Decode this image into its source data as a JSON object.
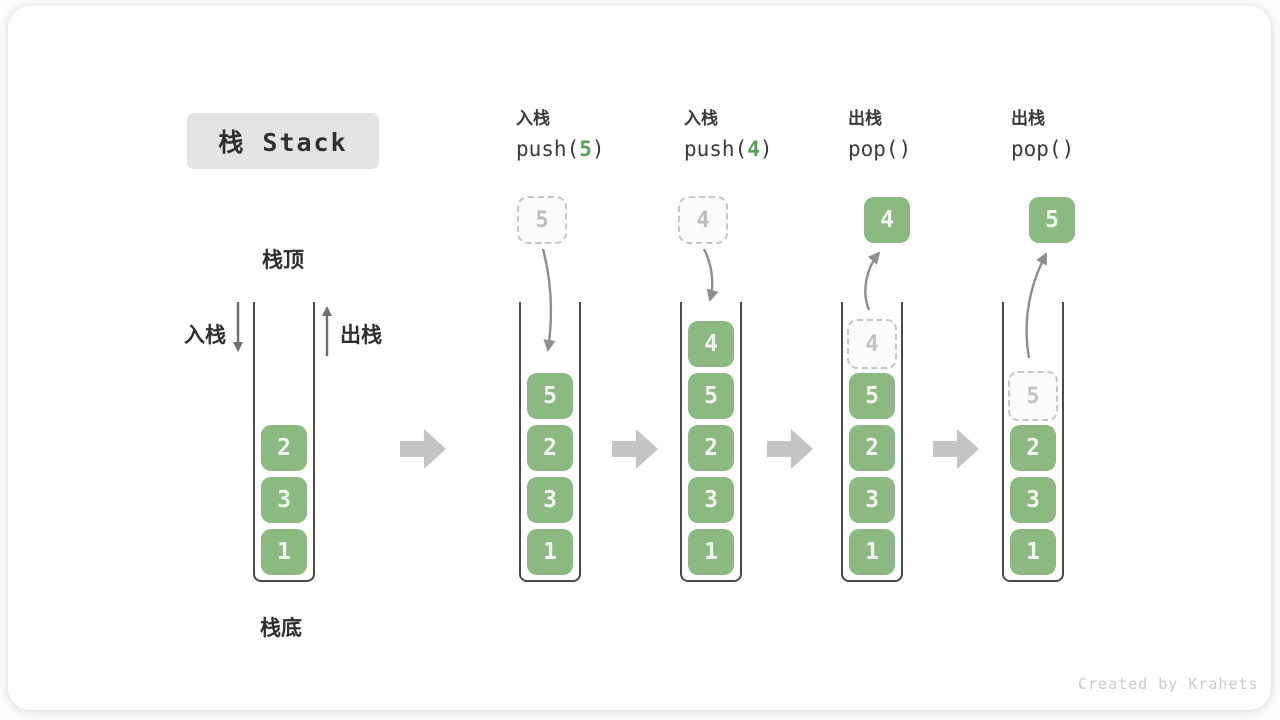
{
  "title": "栈 Stack",
  "watermark": "Created by Krahets",
  "side_labels": {
    "stack_top": "栈顶",
    "stack_bottom": "栈底",
    "push_in": "入栈",
    "pop_out": "出栈"
  },
  "operations": [
    {
      "name": "入栈",
      "code_pre": "push(",
      "code_arg": "5",
      "code_post": ")"
    },
    {
      "name": "入栈",
      "code_pre": "push(",
      "code_arg": "4",
      "code_post": ")"
    },
    {
      "name": "出栈",
      "code_pre": "pop(",
      "code_arg": "",
      "code_post": ")"
    },
    {
      "name": "出栈",
      "code_pre": "pop(",
      "code_arg": "",
      "code_post": ")"
    }
  ],
  "stacks": [
    {
      "items": [
        "2",
        "3",
        "1"
      ]
    },
    {
      "incoming": "5",
      "items": [
        "5",
        "2",
        "3",
        "1"
      ]
    },
    {
      "incoming": "4",
      "items": [
        "4",
        "5",
        "2",
        "3",
        "1"
      ]
    },
    {
      "popped": "4",
      "ghost": "4",
      "items": [
        "5",
        "2",
        "3",
        "1"
      ]
    },
    {
      "popped": "5",
      "ghost": "5",
      "items": [
        "2",
        "3",
        "1"
      ]
    }
  ],
  "colors": {
    "item_green": "#8bba80",
    "code_arg_green": "#55a055",
    "curved_arrow_gray": "#8e8e8e",
    "direction_arrow_gray": "#6e6e6e",
    "block_arrow_gray": "#c4c4c4",
    "title_badge_bg": "#e4e4e4"
  }
}
